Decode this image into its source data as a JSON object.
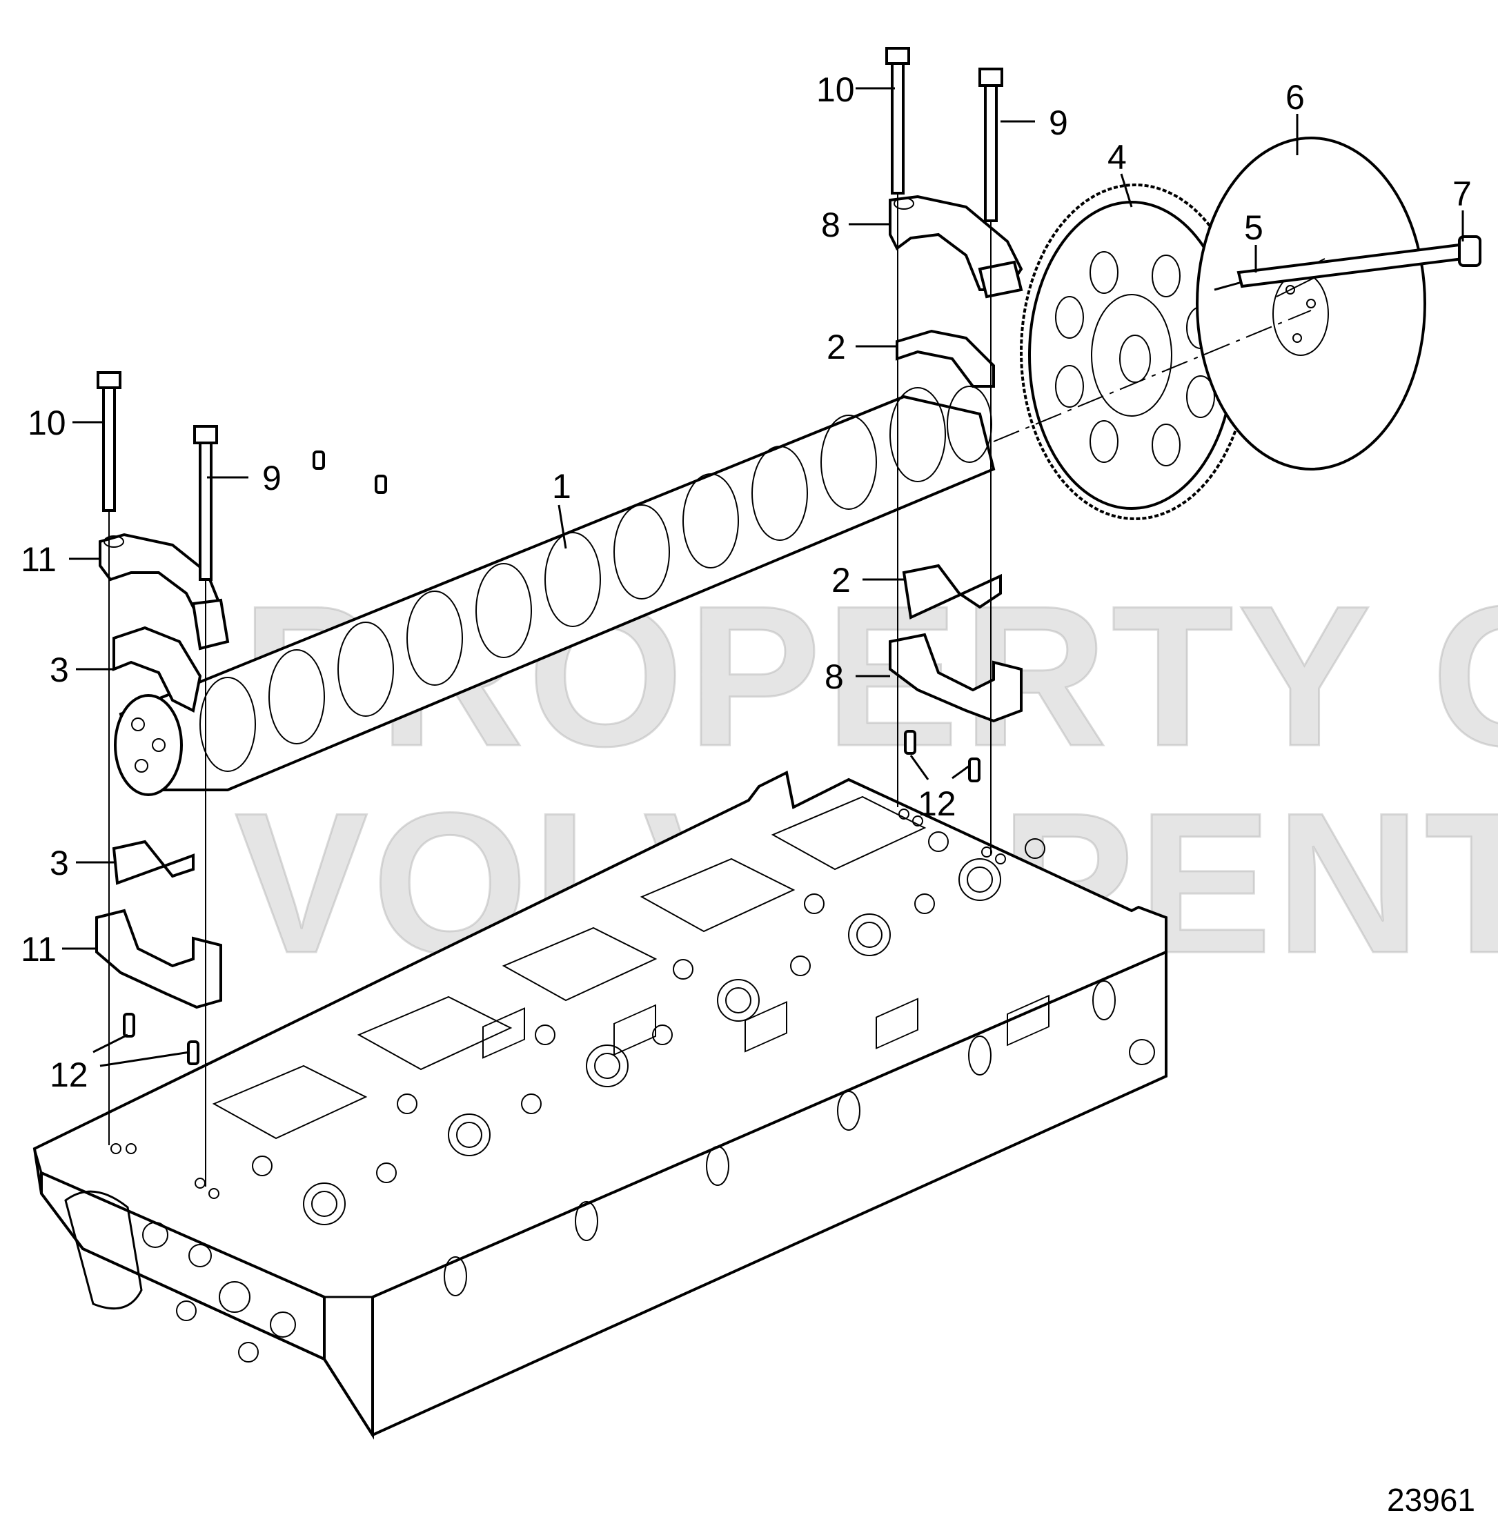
{
  "diagram": {
    "watermark_lines": [
      "PROPERTY OF",
      "VOLVO PENTA"
    ],
    "figure_number": "23961",
    "callouts": [
      {
        "id": "c10a",
        "label": "10"
      },
      {
        "id": "c9a",
        "label": "9"
      },
      {
        "id": "c6",
        "label": "6"
      },
      {
        "id": "c4",
        "label": "4"
      },
      {
        "id": "c8a",
        "label": "8"
      },
      {
        "id": "c5",
        "label": "5"
      },
      {
        "id": "c7",
        "label": "7"
      },
      {
        "id": "c2a",
        "label": "2"
      },
      {
        "id": "c10b",
        "label": "10"
      },
      {
        "id": "c9b",
        "label": "9"
      },
      {
        "id": "c1",
        "label": "1"
      },
      {
        "id": "c11a",
        "label": "11"
      },
      {
        "id": "c2b",
        "label": "2"
      },
      {
        "id": "c3a",
        "label": "3"
      },
      {
        "id": "c8b",
        "label": "8"
      },
      {
        "id": "c12a",
        "label": "12"
      },
      {
        "id": "c3b",
        "label": "3"
      },
      {
        "id": "c11b",
        "label": "11"
      },
      {
        "id": "c12b",
        "label": "12"
      }
    ]
  }
}
